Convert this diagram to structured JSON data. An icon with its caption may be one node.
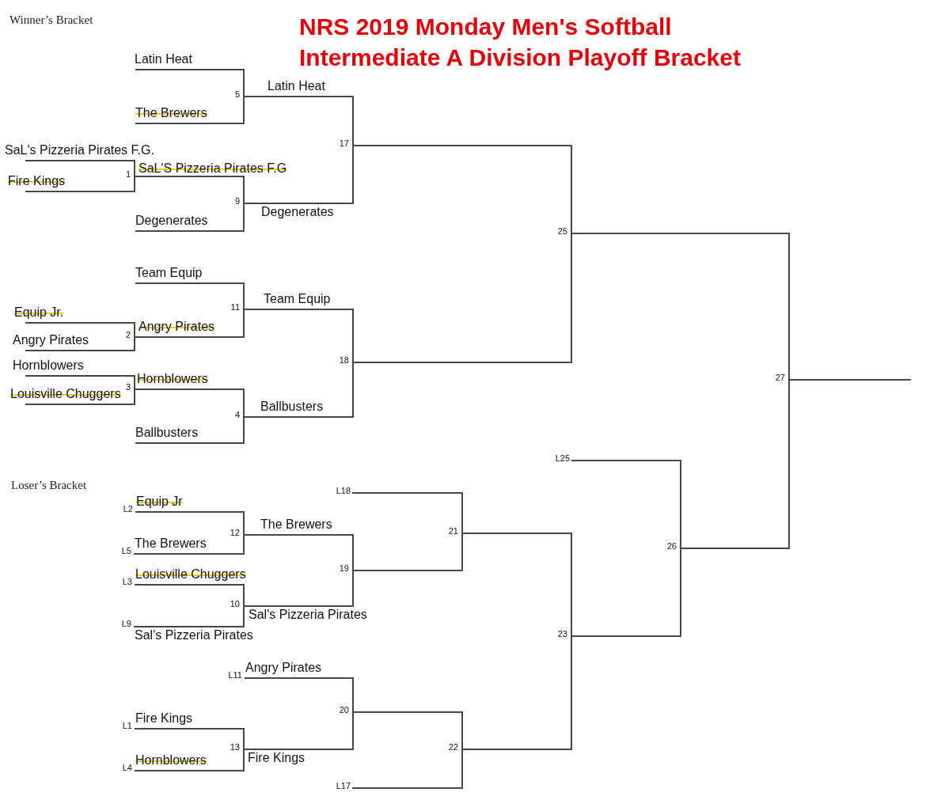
{
  "diagram": {
    "title": "NRS 2019 Monday Men's Softball Intermediate A Division Playoff Bracket",
    "nodes": [
      {
        "text": [
          "Latin Heat"
        ]
      },
      {
        "text": [
          "The Brewers"
        ]
      },
      {
        "text": [
          "5"
        ]
      },
      {
        "text": [
          "Latin Heat"
        ]
      },
      {
        "text": [
          "SaL's Pizzeria Pirates F.G."
        ]
      },
      {
        "text": [
          "Fire Kings"
        ]
      },
      {
        "text": [
          "1"
        ]
      },
      {
        "text": [
          "SaL'S Pizzeria Pirates F.G"
        ]
      },
      {
        "text": [
          "Degenerates"
        ]
      },
      {
        "text": [
          "9"
        ]
      },
      {
        "text": [
          "Degenerates"
        ]
      },
      {
        "text": [
          "17"
        ]
      },
      {
        "text": [
          "25"
        ]
      },
      {
        "text": [
          "Team Equip"
        ]
      },
      {
        "text": [
          "Equip Jr."
        ]
      },
      {
        "text": [
          "Angry Pirates"
        ]
      },
      {
        "text": [
          "2"
        ]
      },
      {
        "text": [
          "Angry Pirates"
        ]
      },
      {
        "text": [
          "11"
        ]
      },
      {
        "text": [
          "Team Equip"
        ]
      },
      {
        "text": [
          "Hornblowers"
        ]
      },
      {
        "text": [
          "Louisville Chuggers"
        ]
      },
      {
        "text": [
          "3"
        ]
      },
      {
        "text": [
          "Hornblowers"
        ]
      },
      {
        "text": [
          "Ballbusters"
        ]
      },
      {
        "text": [
          "4"
        ]
      },
      {
        "text": [
          "Ballbusters"
        ]
      },
      {
        "text": [
          "18"
        ]
      },
      {
        "text": [
          "27"
        ]
      },
      {
        "text": [
          "L25"
        ]
      },
      {
        "text": [
          "26"
        ]
      },
      {
        "text": [
          "L18"
        ]
      },
      {
        "text": [
          "Equip Jr"
        ],
        "beside": [
          "L2"
        ]
      },
      {
        "text": [
          "The Brewers"
        ],
        "beside": [
          "L5"
        ]
      },
      {
        "text": [
          "12"
        ]
      },
      {
        "text": [
          "The Brewers"
        ]
      },
      {
        "text": [
          "21"
        ]
      },
      {
        "text": [
          "Louisville Chuggers"
        ],
        "beside": [
          "L3"
        ]
      },
      {
        "text": [
          "Sal's Pizzeria Pirates"
        ],
        "beside": [
          "L9"
        ]
      },
      {
        "text": [
          "10"
        ]
      },
      {
        "text": [
          "Sal's Pizzeria Pirates"
        ]
      },
      {
        "text": [
          "19"
        ]
      },
      {
        "text": [
          "23"
        ]
      },
      {
        "text": [
          "Angry Pirates"
        ],
        "beside": [
          "L11"
        ]
      },
      {
        "text": [
          "Fire Kings"
        ],
        "beside": [
          "L1"
        ]
      },
      {
        "text": [
          "20"
        ]
      },
      {
        "text": [
          "Hornblowers"
        ],
        "beside": [
          "L4"
        ]
      },
      {
        "text": [
          "13"
        ]
      },
      {
        "text": [
          "Fire Kings"
        ]
      },
      {
        "text": [
          "22"
        ]
      },
      {
        "text": [
          "L17"
        ]
      }
    ],
    "edges": [
      {
        "from": 0,
        "to": 2,
        "arrow": "none"
      },
      {
        "from": 1,
        "to": 2,
        "arrow": "none"
      },
      {
        "from": 2,
        "to": 3,
        "arrow": "none"
      },
      {
        "from": 3,
        "to": 11,
        "arrow": "none"
      },
      {
        "from": 4,
        "to": 6,
        "arrow": "none"
      },
      {
        "from": 5,
        "to": 6,
        "arrow": "none"
      },
      {
        "from": 6,
        "to": 7,
        "arrow": "none"
      },
      {
        "from": 7,
        "to": 9,
        "arrow": "none"
      },
      {
        "from": 8,
        "to": 9,
        "arrow": "none"
      },
      {
        "from": 9,
        "to": 10,
        "arrow": "none"
      },
      {
        "from": 10,
        "to": 11,
        "arrow": "none"
      },
      {
        "from": 11,
        "to": 12,
        "arrow": "none"
      },
      {
        "from": 13,
        "to": 18,
        "arrow": "none"
      },
      {
        "from": 14,
        "to": 16,
        "arrow": "none"
      },
      {
        "from": 15,
        "to": 16,
        "arrow": "none"
      },
      {
        "from": 16,
        "to": 17,
        "arrow": "none"
      },
      {
        "from": 17,
        "to": 18,
        "arrow": "none"
      },
      {
        "from": 18,
        "to": 19,
        "arrow": "none"
      },
      {
        "from": 19,
        "to": 27,
        "arrow": "none"
      },
      {
        "from": 20,
        "to": 22,
        "arrow": "none"
      },
      {
        "from": 21,
        "to": 22,
        "arrow": "none"
      },
      {
        "from": 22,
        "to": 23,
        "arrow": "none"
      },
      {
        "from": 23,
        "to": 25,
        "arrow": "none"
      },
      {
        "from": 24,
        "to": 25,
        "arrow": "none"
      },
      {
        "from": 25,
        "to": 26,
        "arrow": "none"
      },
      {
        "from": 26,
        "to": 27,
        "arrow": "none"
      },
      {
        "from": 27,
        "to": 12,
        "arrow": "none"
      },
      {
        "from": 12,
        "to": 28,
        "arrow": "none"
      },
      {
        "from": 28,
        "to": null,
        "arrow": "none"
      },
      {
        "from": 29,
        "to": 30,
        "arrow": "none"
      },
      {
        "from": 31,
        "to": 36,
        "arrow": "none"
      },
      {
        "from": 32,
        "to": 34,
        "arrow": "none"
      },
      {
        "from": 33,
        "to": 34,
        "arrow": "none"
      },
      {
        "from": 34,
        "to": 35,
        "arrow": "none"
      },
      {
        "from": 35,
        "to": 41,
        "arrow": "none"
      },
      {
        "from": 37,
        "to": 39,
        "arrow": "none"
      },
      {
        "from": 38,
        "to": 39,
        "arrow": "none"
      },
      {
        "from": 39,
        "to": 40,
        "arrow": "none"
      },
      {
        "from": 40,
        "to": 41,
        "arrow": "none"
      },
      {
        "from": 41,
        "to": 36,
        "arrow": "none"
      },
      {
        "from": 36,
        "to": 42,
        "arrow": "none"
      },
      {
        "from": 43,
        "to": 45,
        "arrow": "none"
      },
      {
        "from": 44,
        "to": 47,
        "arrow": "none"
      },
      {
        "from": 46,
        "to": 47,
        "arrow": "none"
      },
      {
        "from": 47,
        "to": 48,
        "arrow": "none"
      },
      {
        "from": 48,
        "to": 45,
        "arrow": "none"
      },
      {
        "from": 45,
        "to": 49,
        "arrow": "none"
      },
      {
        "from": 50,
        "to": 49,
        "arrow": "none"
      },
      {
        "from": 49,
        "to": 42,
        "arrow": "none"
      },
      {
        "from": 42,
        "to": 30,
        "arrow": "none"
      },
      {
        "from": 30,
        "to": 28,
        "arrow": "none"
      }
    ],
    "labels": [
      "Winner’s Bracket",
      "Loser’s Bracket"
    ]
  }
}
